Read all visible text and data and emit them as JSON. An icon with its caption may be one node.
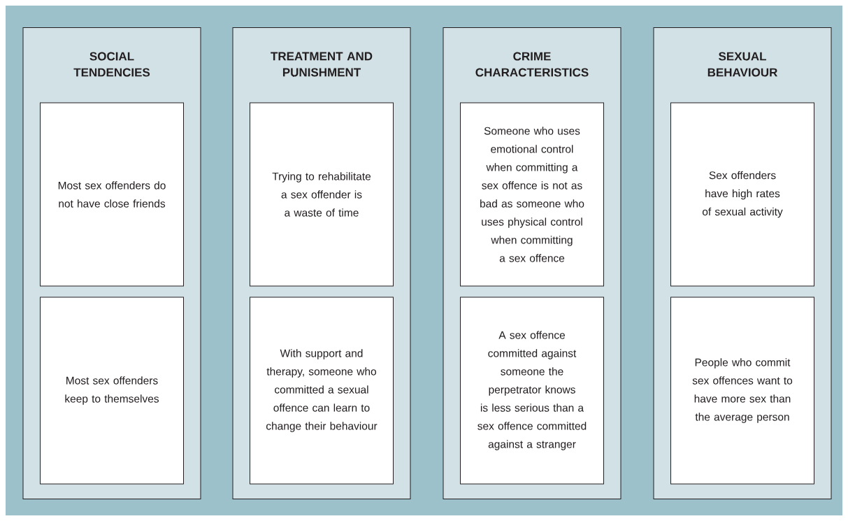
{
  "diagram": {
    "nodes": [
      {
        "text": [
          "SOCIAL TENDENCIES"
        ]
      },
      {
        "text": [
          "Most sex offenders do not have close friends"
        ],
        "in": 0
      },
      {
        "text": [
          "Most sex offenders keep to themselves"
        ],
        "in": 0
      },
      {
        "text": [
          "TREATMENT AND PUNISHMENT"
        ]
      },
      {
        "text": [
          "Trying to rehabilitate a sex offender is a waste of time"
        ],
        "in": 3
      },
      {
        "text": [
          "With support and therapy, someone who committed a sexual offence can learn to change their behaviour"
        ],
        "in": 3
      },
      {
        "text": [
          "CRIME CHARACTERISTICS"
        ]
      },
      {
        "text": [
          "Someone who uses emotional control when committing a sex offence is not as bad as someone who uses physical control when committing a sex offence"
        ],
        "in": 6
      },
      {
        "text": [
          "A sex offence committed against someone the perpetrator knows is less serious than a sex offence committed against a stranger"
        ],
        "in": 6
      },
      {
        "text": [
          "SEXUAL BEHAVIOUR"
        ]
      },
      {
        "text": [
          "Sex offenders have high rates of sexual activity"
        ],
        "in": 9
      },
      {
        "text": [
          "People who commit sex offences want to have more sex than the average person"
        ],
        "in": 9
      }
    ]
  }
}
